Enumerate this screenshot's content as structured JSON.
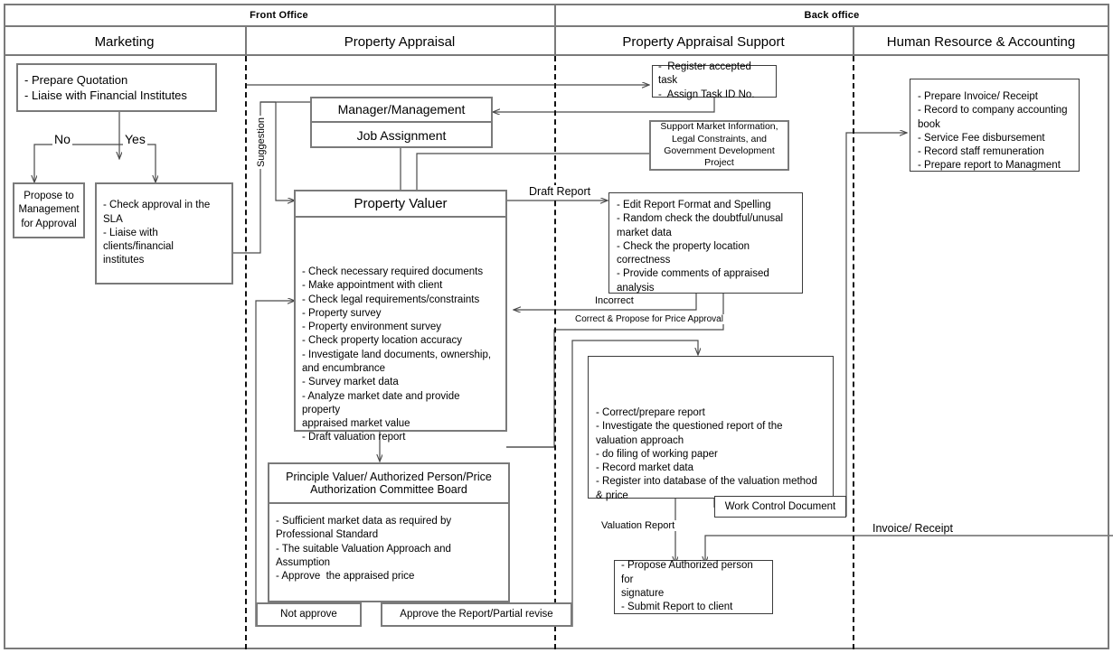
{
  "diagram": {
    "title": "Property Appraisal Process Swimlane Flowchart",
    "type": "swimlane-flowchart",
    "colors": {
      "frame": "#7a7a7a",
      "box_border": "#7a7a7a",
      "divider_dashed": "#111111",
      "background": "#ffffff",
      "text": "#000000"
    }
  },
  "groups": [
    {
      "id": "front-office",
      "label": "Front Office"
    },
    {
      "id": "back-office",
      "label": "Back office"
    }
  ],
  "lanes": [
    {
      "id": "marketing",
      "label": "Marketing",
      "group": "front-office"
    },
    {
      "id": "property-appraisal",
      "label": "Property Appraisal",
      "group": "front-office"
    },
    {
      "id": "property-appraisal-support",
      "label": "Property Appraisal Support",
      "group": "back-office"
    },
    {
      "id": "human-resource-accounting",
      "label": "Human Resource & Accounting",
      "group": "back-office"
    }
  ],
  "nodes": {
    "quotation": {
      "lane": "marketing",
      "lines": [
        "- Prepare Quotation",
        "- Liaise with Financial Institutes"
      ]
    },
    "propose_management": {
      "lane": "marketing",
      "lines": [
        "Propose to",
        "Management",
        "for Approval"
      ]
    },
    "check_approval_sla": {
      "lane": "marketing",
      "lines": [
        "- Check approval in the\nSLA",
        "- Liaise with clients/financial\ninstitutes"
      ]
    },
    "manager": {
      "lane": "property-appraisal",
      "header": "Manager/Management",
      "body": "Job Assignment"
    },
    "property_valuer": {
      "lane": "property-appraisal",
      "header": "Property Valuer",
      "lines": [
        "- Check necessary required documents",
        "- Make appointment with client",
        "- Check legal requirements/constraints",
        "- Property survey",
        "- Property environment survey",
        "- Check property location accuracy",
        "- Investigate land documents, ownership,\nand encumbrance",
        "- Survey market data",
        "- Analyze market date and provide property\nappraised market value",
        "- Draft valuation report"
      ]
    },
    "principle_valuer": {
      "lane": "property-appraisal",
      "header": "Principle Valuer/ Authorized Person/Price\nAuthorization Committee Board",
      "lines": [
        "- Sufficient market data as required by\nProfessional Standard",
        "- The suitable Valuation Approach and\nAssumption",
        "- Approve  the appraised price"
      ]
    },
    "register_task": {
      "lane": "property-appraisal-support",
      "lines": [
        "-  Register accepted task",
        "-  Assign Task ID No."
      ]
    },
    "support_market_info": {
      "lane": "property-appraisal-support",
      "lines": [
        "Support Market Information,",
        "Legal Constraints, and",
        "Government Development",
        "Project"
      ]
    },
    "edit_report": {
      "lane": "property-appraisal-support",
      "lines": [
        "- Edit Report Format and Spelling",
        "- Random check the doubtful/unusal\nmarket data",
        "- Check the property location\ncorrectness",
        "- Provide comments of appraised\nanalysis"
      ]
    },
    "correct_prepare_report": {
      "lane": "property-appraisal-support",
      "lines": [
        "- Correct/prepare report",
        "- Investigate the questioned report of the\nvaluation approach",
        "- do filing of working paper",
        "- Record market data",
        "- Register into database of the valuation method\n& price"
      ]
    },
    "propose_signature": {
      "lane": "property-appraisal-support",
      "lines": [
        "- Propose Authorized person for\nsignature",
        "- Submit Report to client"
      ]
    },
    "hr_accounting": {
      "lane": "human-resource-accounting",
      "lines": [
        "- Prepare Invoice/ Receipt",
        "- Record to company accounting\nbook",
        "- Service Fee disbursement",
        "- Record staff remuneration",
        "- Prepare report to Managment"
      ]
    }
  },
  "edge_labels": {
    "no": "No",
    "yes": "Yes",
    "suggestion": "Suggestion",
    "draft_report": "Draft Report",
    "incorrect": "Incorrect",
    "correct_propose": "Correct & Propose for Price Approval",
    "work_control_document": "Work Control Document",
    "valuation_report": "Valuation Report",
    "invoice_receipt": "Invoice/ Receipt",
    "not_approve": "Not approve",
    "approve_report": "Approve the Report/Partial revise"
  }
}
